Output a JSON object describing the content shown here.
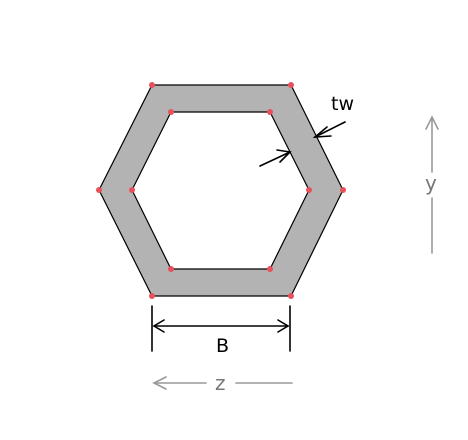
{
  "diagram": {
    "thickness_label": "tw",
    "width_label": "B",
    "y_axis_label": "y",
    "z_axis_label": "z"
  },
  "colors": {
    "section_fill": "#b3b3b3",
    "outline": "#000000",
    "vertex_marker": "#e8505b",
    "axis": "#999999",
    "axis_text": "#777777"
  },
  "icons": {
    "thickness_arrows": "arrow-icon",
    "axis_arrows": "arrow-icon",
    "vertex_markers": "dot-icon"
  }
}
